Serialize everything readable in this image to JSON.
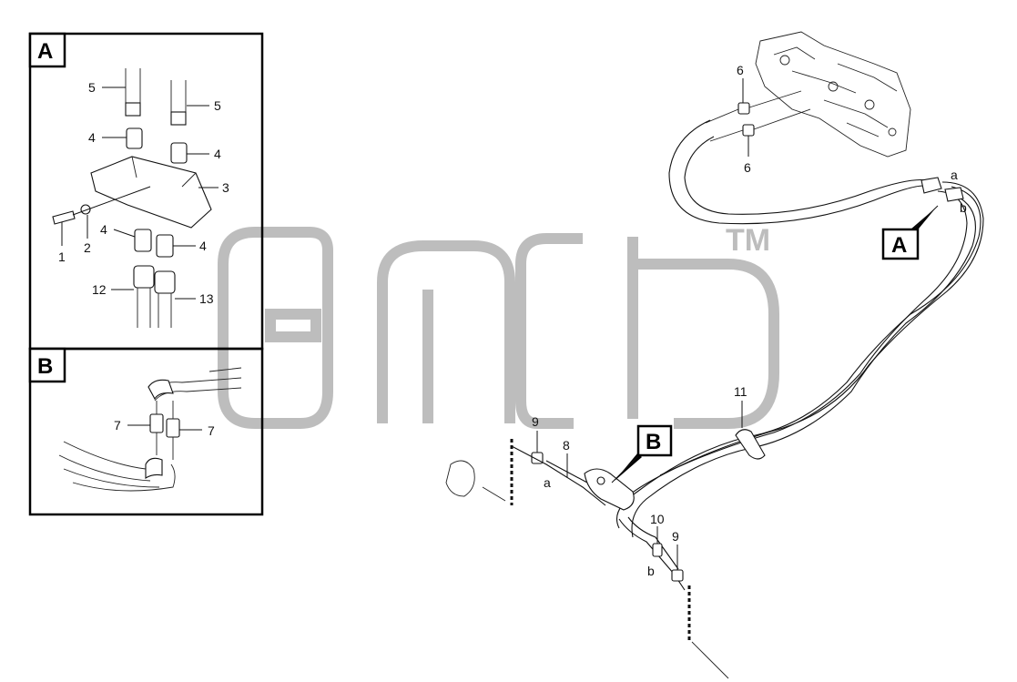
{
  "detail_a": {
    "label": "A"
  },
  "detail_b": {
    "label": "B"
  },
  "callouts": {
    "a_flag": "A",
    "b_flag": "B"
  },
  "parts": {
    "p1": "1",
    "p2": "2",
    "p3": "3",
    "p4a": "4",
    "p4b": "4",
    "p4c": "4",
    "p4d": "4",
    "p5a": "5",
    "p5b": "5",
    "p6a": "6",
    "p6b": "6",
    "p7a": "7",
    "p7b": "7",
    "p8": "8",
    "p9a": "9",
    "p9b": "9",
    "p10": "10",
    "p11": "11",
    "p12": "12",
    "p13": "13"
  },
  "ports": {
    "a_top": "a",
    "b_top": "b",
    "a_bottom": "a",
    "b_bottom": "b"
  },
  "watermark": {
    "text": "TM"
  }
}
